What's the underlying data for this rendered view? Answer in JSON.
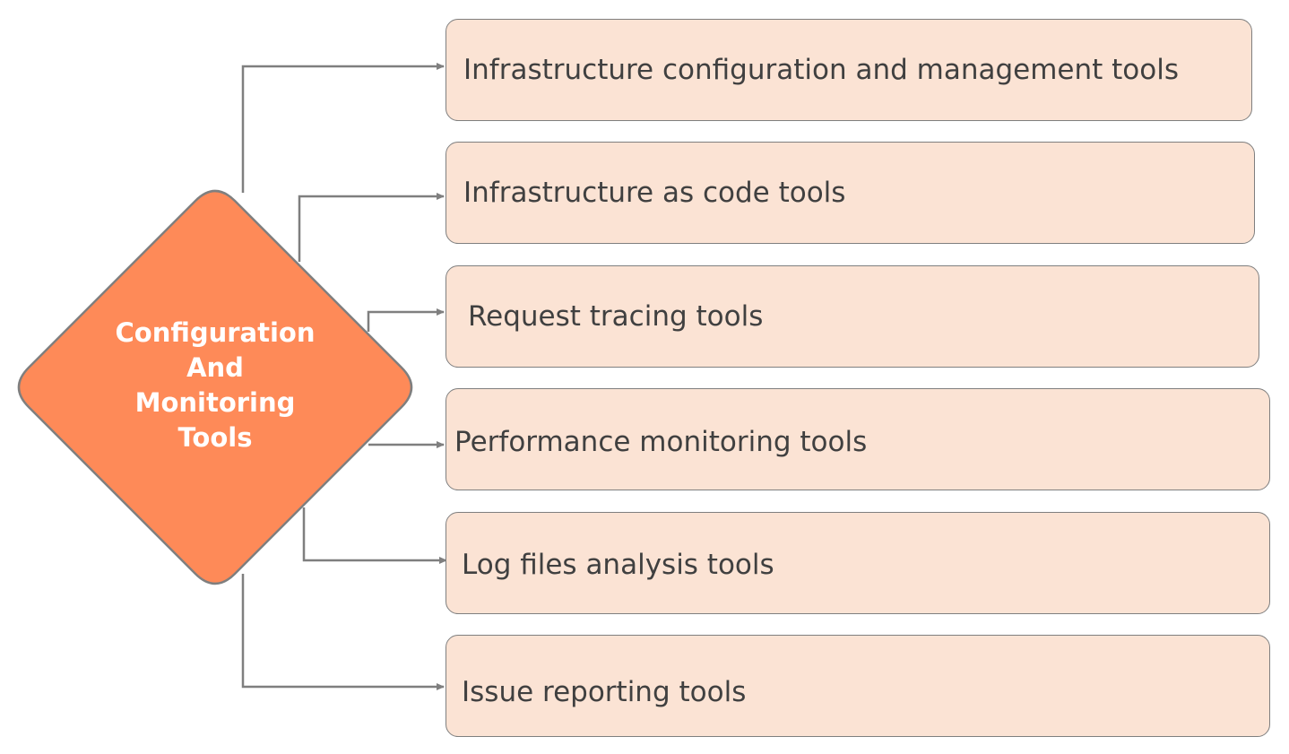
{
  "hub": {
    "lines": [
      "Configuration",
      "And",
      "Monitoring",
      "Tools"
    ],
    "fill": "#fe8a58",
    "text_color": "#ffffff"
  },
  "boxes": [
    {
      "label": "Infrastructure configuration and management tools"
    },
    {
      "label": "Infrastructure as code tools"
    },
    {
      "label": "Request tracing tools"
    },
    {
      "label": "Performance monitoring tools"
    },
    {
      "label": "Log files analysis tools"
    },
    {
      "label": "Issue reporting tools"
    }
  ],
  "colors": {
    "box_fill": "#fbe3d4",
    "box_border": "#7f7f7f",
    "connector": "#7f7f7f",
    "box_text": "#404040"
  }
}
